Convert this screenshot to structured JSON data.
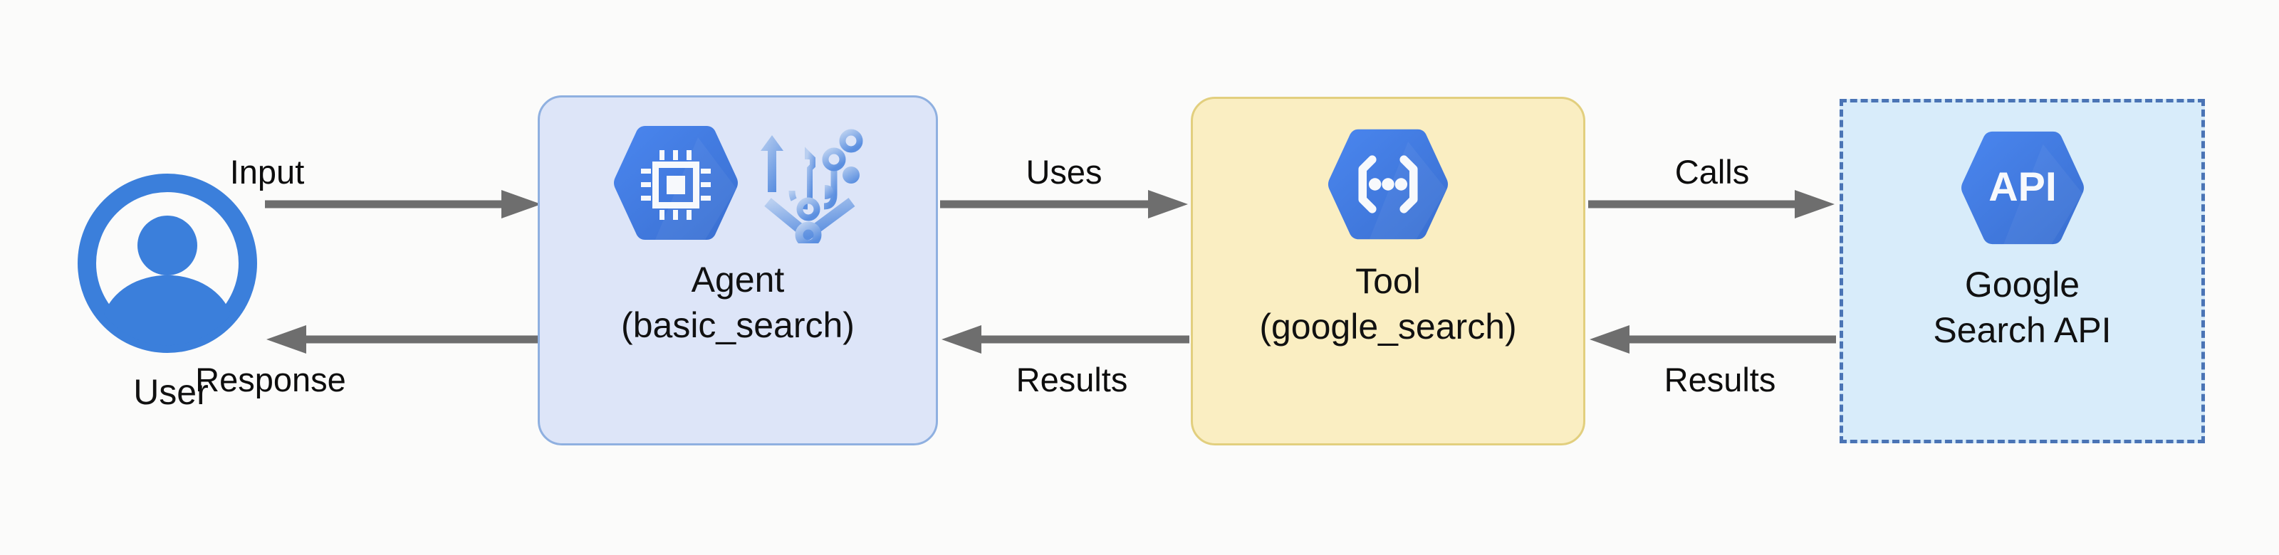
{
  "diagram": {
    "type": "flow-diagram",
    "background_color": "#fbfbfa",
    "arrow_color": "#6e6e6e",
    "accent_blue": "#3b7fdb",
    "nodes": [
      {
        "id": "user",
        "label": "User",
        "icon": "user-avatar-icon",
        "shape": "icon-only"
      },
      {
        "id": "agent",
        "title_line_1": "Agent",
        "title_line_2": "(basic_search)",
        "icons": [
          "cpu-hexagon-icon",
          "agent-workflow-icon"
        ],
        "fill_color": "#dde5f8",
        "border_color": "#8fb0e0",
        "shape": "rounded-rect"
      },
      {
        "id": "tool",
        "title_line_1": "Tool",
        "title_line_2": "(google_search)",
        "icons": [
          "api-brackets-hexagon-icon"
        ],
        "fill_color": "#faeec2",
        "border_color": "#e2cf7e",
        "shape": "rounded-rect"
      },
      {
        "id": "google-search-api",
        "title_line_1": "Google",
        "title_line_2": "Search API",
        "icons": [
          "api-hexagon-icon"
        ],
        "icon_text": "API",
        "fill_color": "#d8ecfa",
        "border_color": "#4a74b5",
        "shape": "dashed-rect"
      }
    ],
    "edges": [
      {
        "id": "user-to-agent",
        "label": "Input",
        "from": "user",
        "to": "agent",
        "direction": "right"
      },
      {
        "id": "agent-to-user",
        "label": "Response",
        "from": "agent",
        "to": "user",
        "direction": "left"
      },
      {
        "id": "agent-to-tool",
        "label": "Uses",
        "from": "agent",
        "to": "tool",
        "direction": "right"
      },
      {
        "id": "tool-to-agent",
        "label": "Results",
        "from": "tool",
        "to": "agent",
        "direction": "left"
      },
      {
        "id": "tool-to-api",
        "label": "Calls",
        "from": "tool",
        "to": "google-search-api",
        "direction": "right"
      },
      {
        "id": "api-to-tool",
        "label": "Results",
        "from": "google-search-api",
        "to": "tool",
        "direction": "left"
      }
    ]
  }
}
